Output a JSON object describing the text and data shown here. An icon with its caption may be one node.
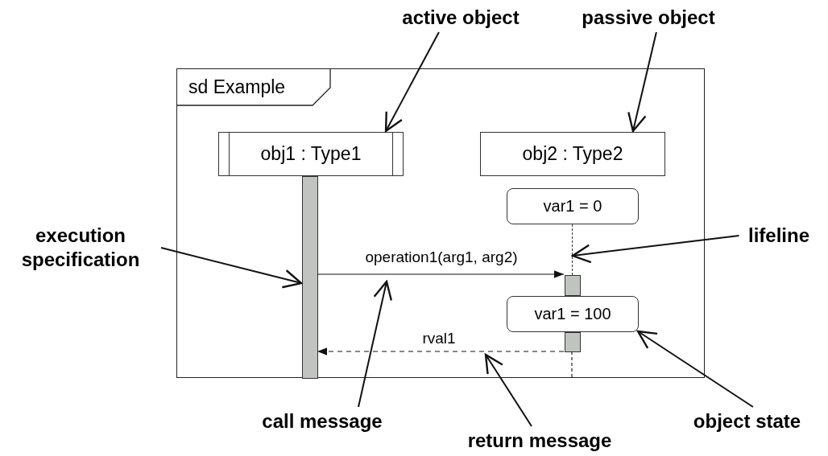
{
  "diagram": {
    "nodes": [
      {
        "text": [
          "sd Example"
        ]
      },
      {
        "text": [
          "obj1 : Type1"
        ],
        "in": 0
      },
      {
        "text": [
          "obj2 : Type2"
        ],
        "in": 0
      },
      {
        "text": [],
        "shape": "bar",
        "in": 0
      },
      {
        "text": [],
        "shape": "line",
        "in": 0
      },
      {
        "text": [],
        "shape": "bar",
        "in": 0
      },
      {
        "text": [],
        "shape": "bar",
        "in": 0
      },
      {
        "text": [
          "var1 = 0"
        ],
        "in": 0
      },
      {
        "text": [
          "var1 = 100"
        ],
        "in": 0
      },
      {
        "text": [
          "active object"
        ]
      },
      {
        "text": [
          "passive object"
        ]
      },
      {
        "text": [
          "execution specification"
        ]
      },
      {
        "text": [
          "lifeline"
        ]
      },
      {
        "text": [
          "call message"
        ]
      },
      {
        "text": [
          "return message"
        ]
      },
      {
        "text": [
          "object state"
        ]
      }
    ],
    "edges": [
      {
        "from": 3,
        "to": 5,
        "arrow": "to",
        "label": "operation1(arg1, arg2)"
      },
      {
        "from": 6,
        "to": 3,
        "arrow": "to",
        "label": "rval1",
        "style": "dashed"
      },
      {
        "from": 9,
        "to": 1,
        "arrow": "to"
      },
      {
        "from": 10,
        "to": 2,
        "arrow": "to"
      },
      {
        "from": 11,
        "to": 3,
        "arrow": "to"
      },
      {
        "from": 12,
        "to": 4,
        "arrow": "to"
      },
      {
        "from": 13,
        "to": null,
        "arrow": "to"
      },
      {
        "from": 14,
        "to": null,
        "arrow": "to"
      },
      {
        "from": 15,
        "to": 8,
        "arrow": "to"
      }
    ]
  }
}
